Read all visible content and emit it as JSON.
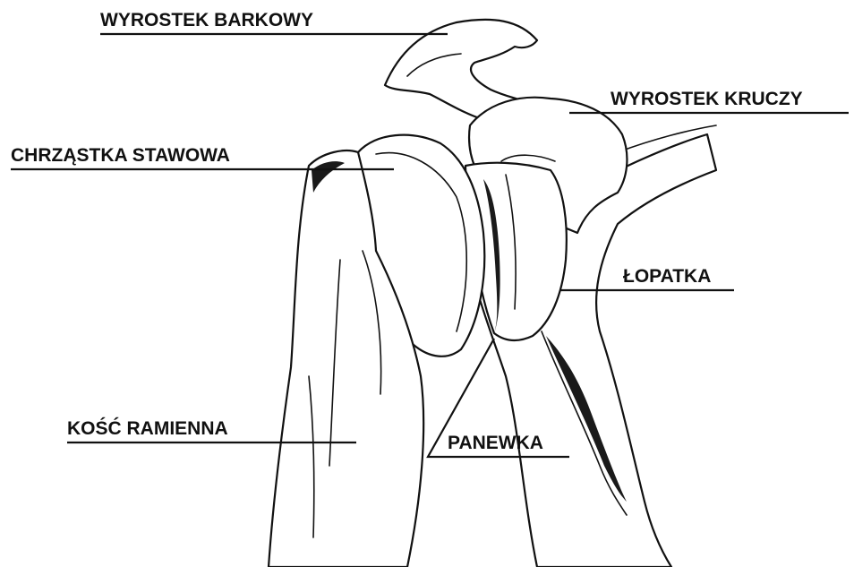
{
  "labels": {
    "acromion": "WYROSTEK BARKOWY",
    "coracoid": "WYROSTEK KRUCZY",
    "cartilage": "CHRZĄSTKA STAWOWA",
    "scapula": "ŁOPATKA",
    "humerus": "KOŚĆ RAMIENNA",
    "glenoid": "PANEWKA"
  },
  "colors": {
    "ink": "#111111",
    "background": "#ffffff"
  }
}
